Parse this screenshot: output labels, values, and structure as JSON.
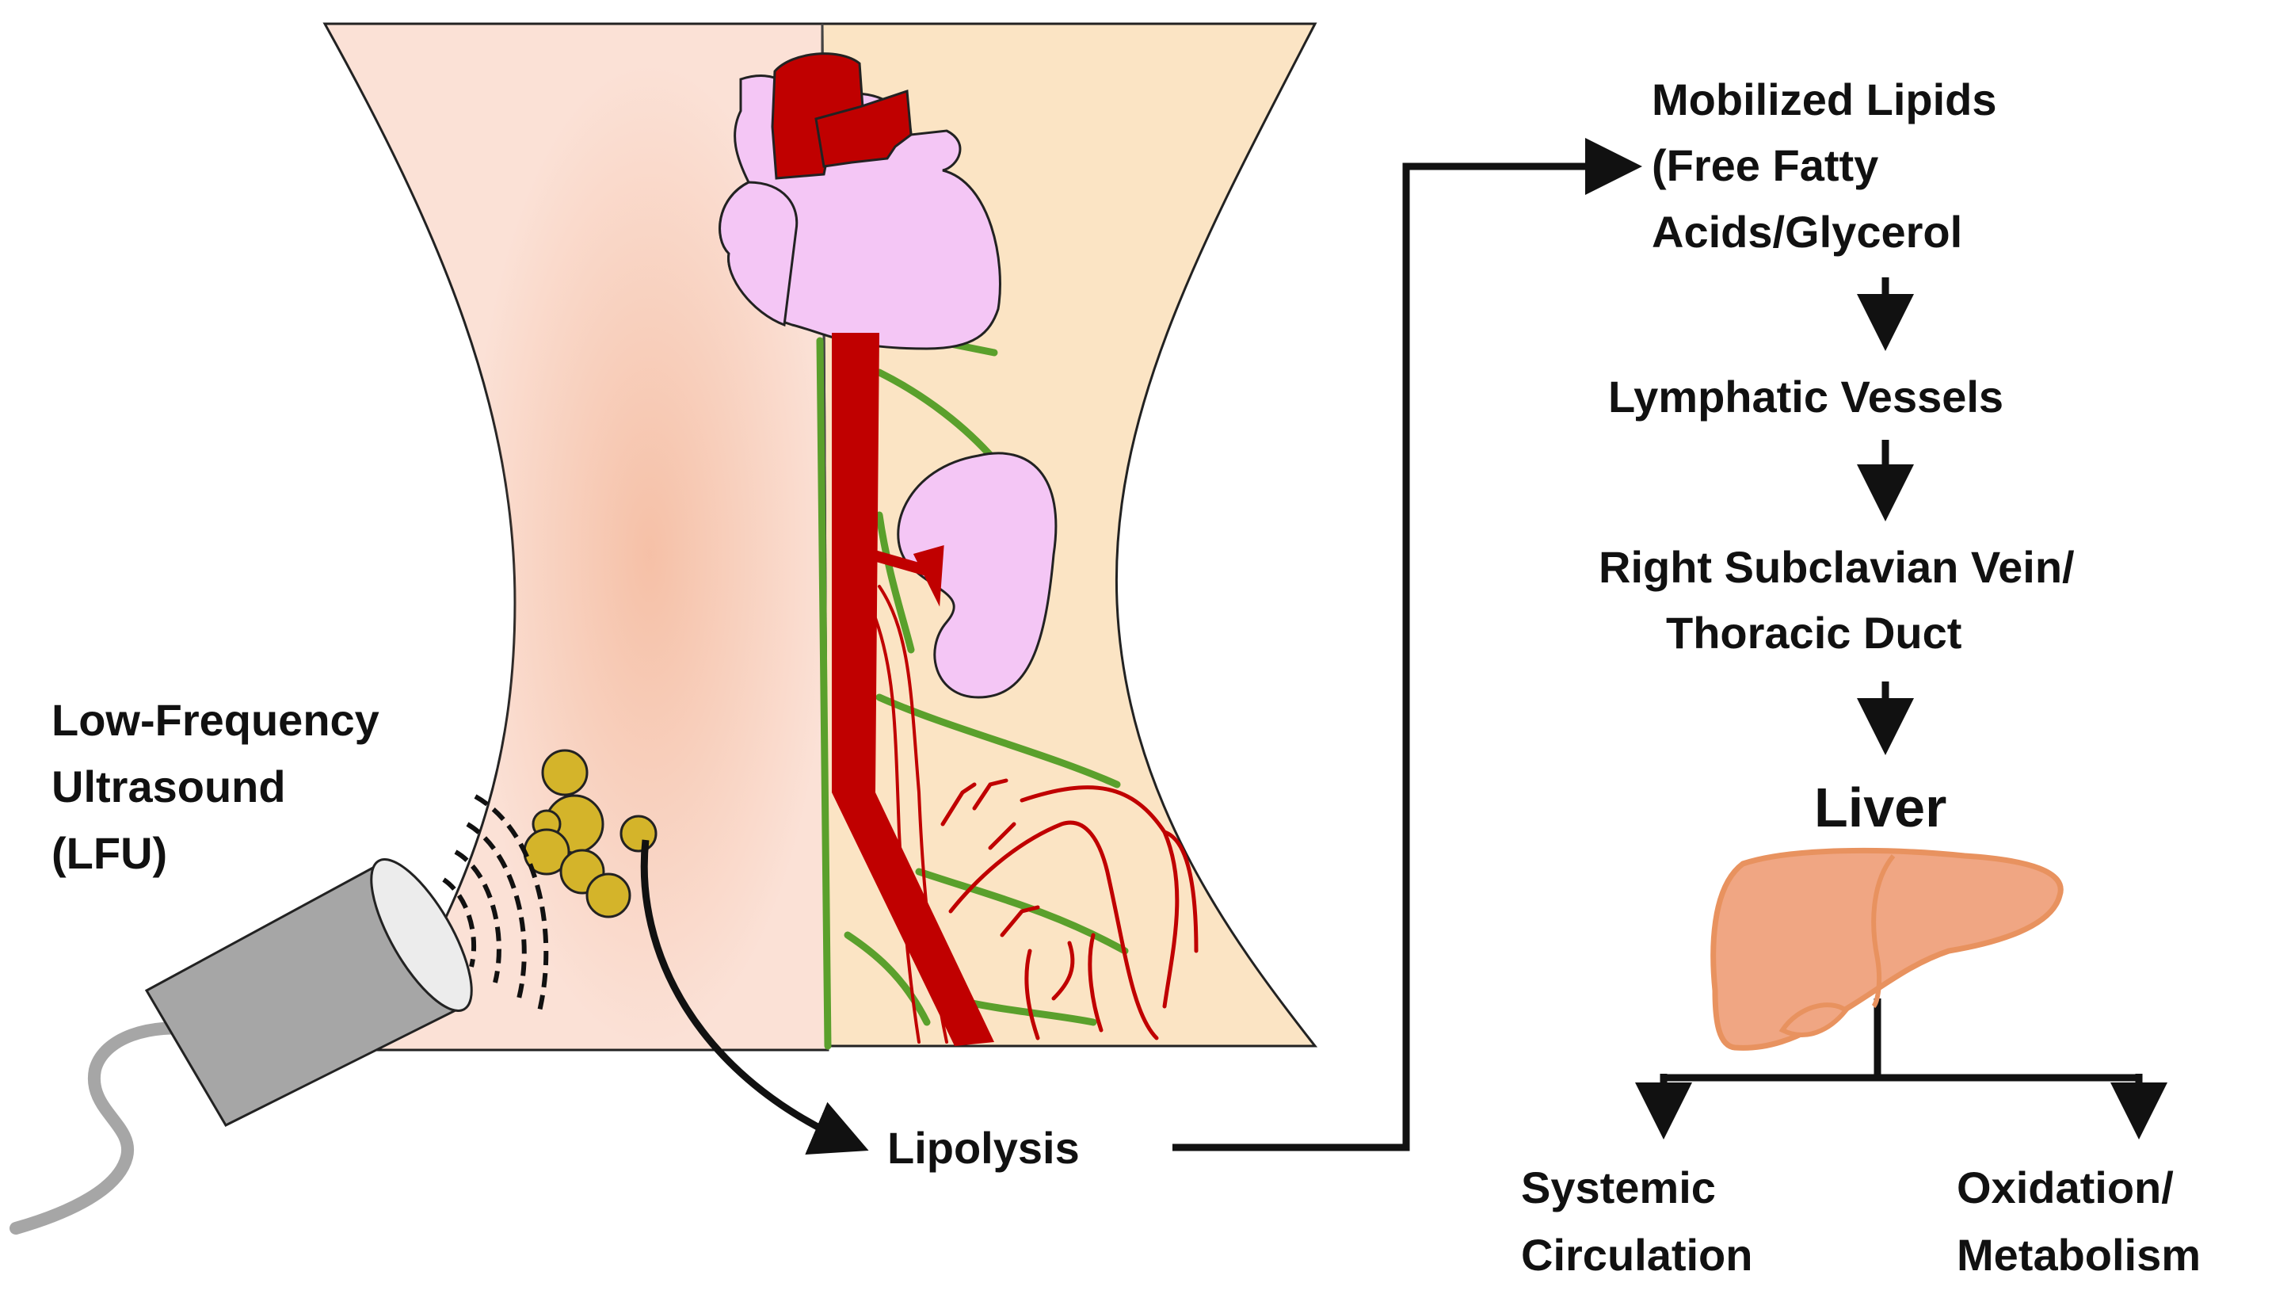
{
  "labels": {
    "lfu_line1": "Low-Frequency",
    "lfu_line2": "Ultrasound",
    "lfu_line3": "(LFU)",
    "lipolysis": "Lipolysis",
    "mobilized_line1": "Mobilized Lipids",
    "mobilized_line2": "(Free Fatty",
    "mobilized_line3": "Acids/Glycerol",
    "lymphatic": "Lymphatic Vessels",
    "subclavian_line1": "Right Subclavian Vein/",
    "subclavian_line2": "Thoracic Duct",
    "liver": "Liver",
    "systemic_line1": "Systemic",
    "systemic_line2": "Circulation",
    "oxidation_line1": "Oxidation/",
    "oxidation_line2": "Metabolism"
  },
  "colors": {
    "skin_left": "#fbe1d6",
    "skin_right": "#fbe4c4",
    "blush": "#f4b89a",
    "organ_pink": "#f4c6f5",
    "vessel_red": "#c00000",
    "lymph_green": "#5aa02c",
    "fat_yellow": "#d4b42a",
    "probe_grey": "#a6a6a6",
    "liver_fill": "#f0a683",
    "liver_stroke": "#e8925f",
    "arrow_black": "#111111"
  }
}
